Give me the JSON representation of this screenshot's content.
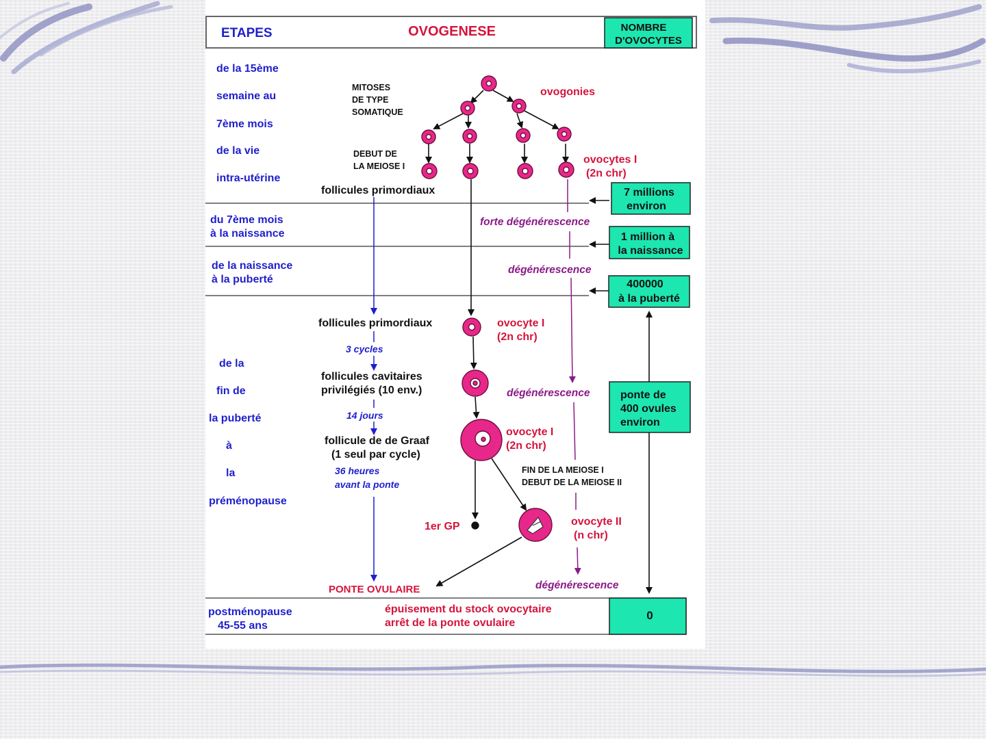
{
  "header": {
    "etapes": "ETAPES",
    "title": "OVOGENESE",
    "count_line1": "NOMBRE",
    "count_line2": "D'OVOCYTES"
  },
  "stages": {
    "s1": [
      "de la 15ème",
      "semaine au",
      "7ème mois",
      "de la vie",
      "intra-utérine"
    ],
    "s2": [
      "du 7ème mois",
      "à la naissance"
    ],
    "s3": [
      "de la naissance",
      "à la puberté"
    ],
    "s4": [
      "de la",
      "fin  de",
      "la puberté",
      "à",
      "la",
      "préménopause"
    ],
    "s5": [
      "postménopause",
      "45-55 ans"
    ]
  },
  "labels": {
    "mitoses": [
      "MITOSES",
      "DE TYPE",
      "SOMATIQUE"
    ],
    "debut_meiose": [
      "DEBUT DE",
      "LA MEIOSE I"
    ],
    "ovogonies": "ovogonies",
    "ovocytes_i": [
      "ovocytes I",
      "(2n chr)"
    ],
    "follicules_primordiaux": "follicules primordiaux",
    "forte_degenerescence": "forte dégénérescence",
    "degenerescence": "dégénérescence",
    "ovocyte_i": [
      "ovocyte I",
      "(2n chr)"
    ],
    "cycles": "3 cycles",
    "cavitaires": [
      "follicules cavitaires",
      "privilégiés (10 env.)"
    ],
    "jours": "14 jours",
    "graaf": [
      "follicule de de Graaf",
      "(1 seul par cycle)"
    ],
    "heures": [
      "36 heures",
      "avant la ponte"
    ],
    "fin_meiose": [
      "FIN DE LA MEIOSE I",
      "DEBUT DE LA MEIOSE II"
    ],
    "ovocyte_ii": [
      "ovocyte II",
      "(n chr)"
    ],
    "premier_gp": "1er GP",
    "ponte_ovulaire": "PONTE OVULAIRE",
    "epuisement": [
      "épuisement du stock ovocytaire",
      "arrêt de la ponte ovulaire"
    ]
  },
  "counts": {
    "c1": [
      "7 millions",
      "environ"
    ],
    "c2": [
      "1 million à",
      "la naissance"
    ],
    "c3": [
      "400000",
      "à la puberté"
    ],
    "c4": [
      "ponte de",
      "400 ovules",
      "environ"
    ],
    "c5": "0"
  },
  "colors": {
    "blue": "#1f1fcc",
    "red": "#d4143c",
    "purple": "#8a1a86",
    "teal_box": "#1de6b0",
    "cell_fill": "#e8278a"
  }
}
